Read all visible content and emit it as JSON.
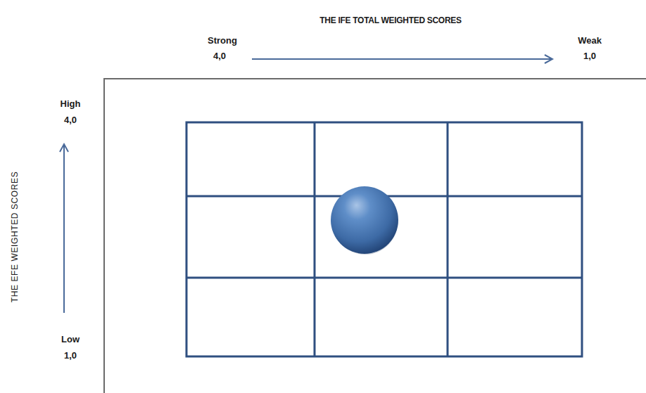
{
  "diagram": {
    "labels": [
      "THE IFE TOTAL WEIGHTED SCORES",
      "Strong",
      "4,0",
      "Weak",
      "1,0",
      "High",
      "4,0",
      "Low",
      "1,0",
      "THE EFE WEIGHTED SCORES"
    ]
  }
}
